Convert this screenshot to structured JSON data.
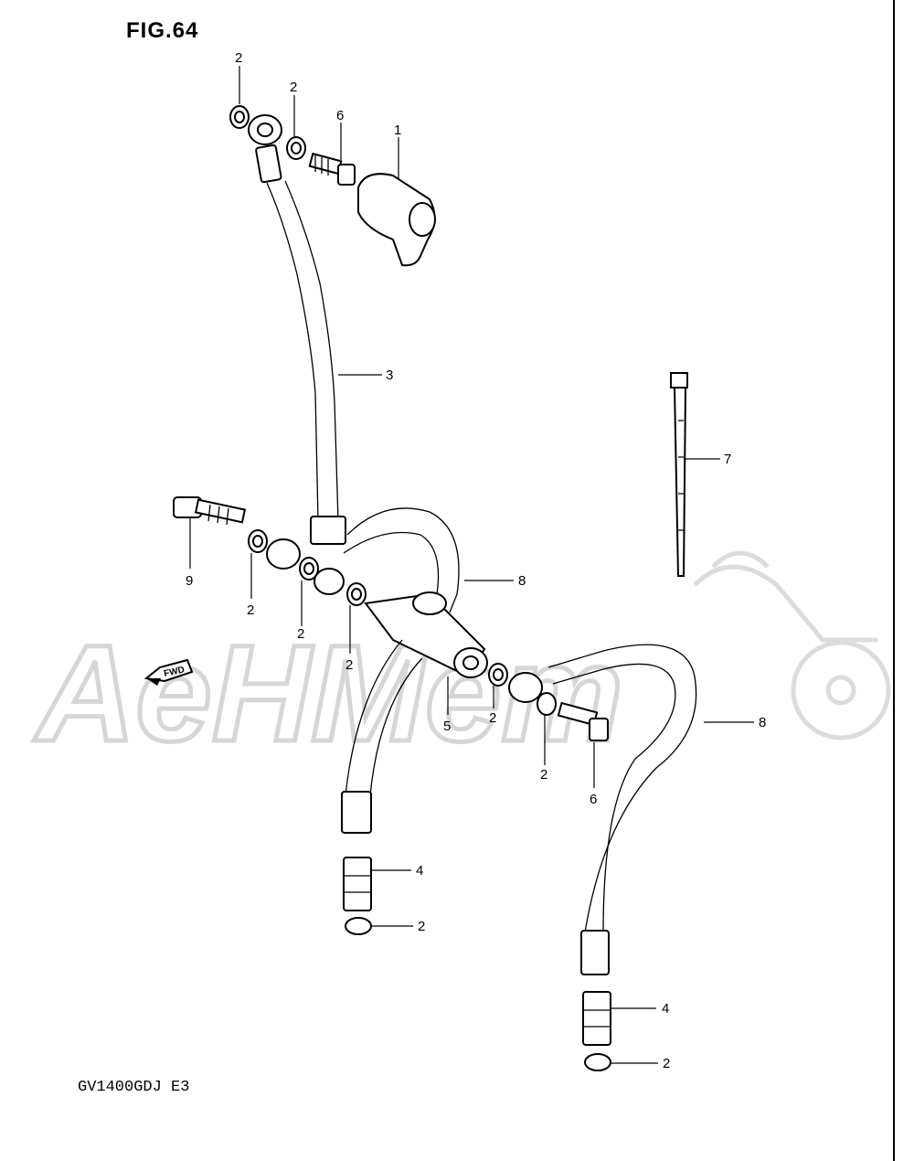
{
  "figure": {
    "title": "FIG.64",
    "model_code": "GV1400GDJ E3",
    "fwd_label": "FWD"
  },
  "watermark": {
    "text": "AeHMem",
    "color": "#d6d6d6"
  },
  "callouts": [
    {
      "id": "c1",
      "label": "2"
    },
    {
      "id": "c2",
      "label": "2"
    },
    {
      "id": "c3",
      "label": "6"
    },
    {
      "id": "c4",
      "label": "1"
    },
    {
      "id": "c5",
      "label": "3"
    },
    {
      "id": "c6",
      "label": "7"
    },
    {
      "id": "c7",
      "label": "9"
    },
    {
      "id": "c8",
      "label": "2"
    },
    {
      "id": "c9",
      "label": "2"
    },
    {
      "id": "c10",
      "label": "2"
    },
    {
      "id": "c11",
      "label": "8"
    },
    {
      "id": "c12",
      "label": "5"
    },
    {
      "id": "c13",
      "label": "2"
    },
    {
      "id": "c14",
      "label": "2"
    },
    {
      "id": "c15",
      "label": "6"
    },
    {
      "id": "c16",
      "label": "8"
    },
    {
      "id": "c17",
      "label": "4"
    },
    {
      "id": "c18",
      "label": "2"
    },
    {
      "id": "c19",
      "label": "4"
    },
    {
      "id": "c20",
      "label": "2"
    }
  ]
}
